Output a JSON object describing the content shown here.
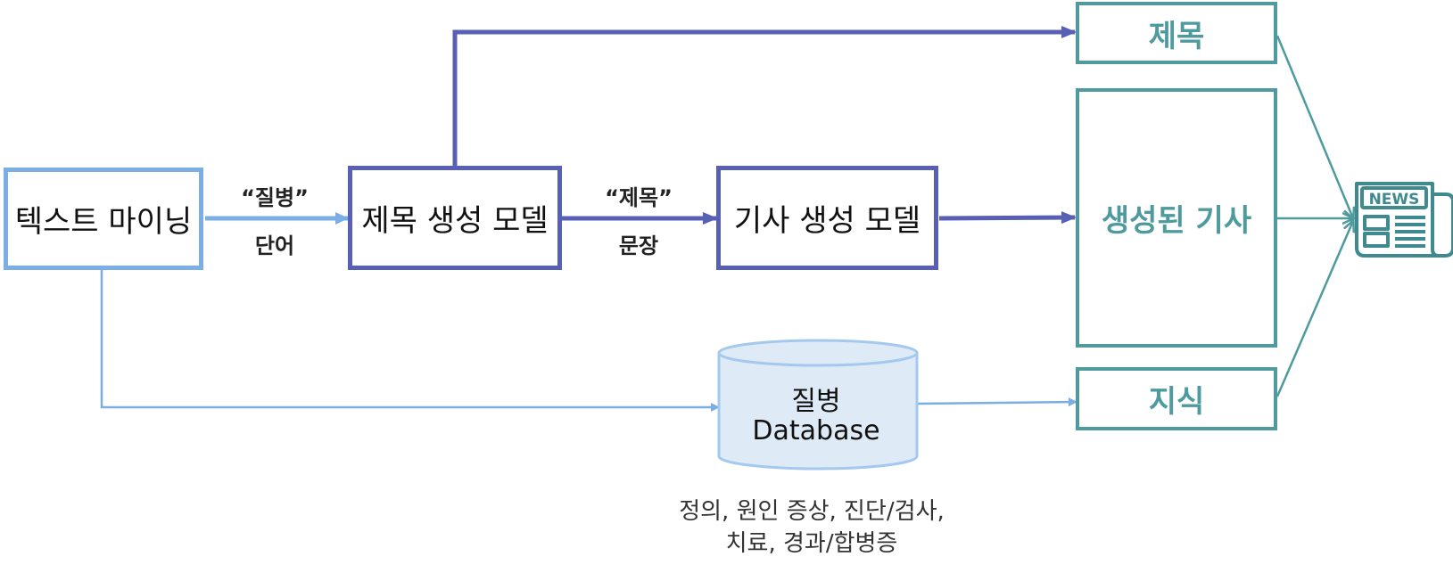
{
  "boxes": {
    "text_mining": "텍스트 마이닝",
    "title_model": "제목 생성 모델",
    "article_model": "기사 생성 모델",
    "title_out": "제목",
    "article_out": "생성된 기사",
    "knowledge_out": "지식"
  },
  "edges": {
    "word_quote": "“질병”",
    "word_caption": "단어",
    "sentence_quote": "“제목”",
    "sentence_caption": "문장"
  },
  "database": {
    "line1": "질병",
    "line2": "Database",
    "caption_line1": "정의, 원인 증상, 진단/검사,",
    "caption_line2": "치료, 경과/합병증"
  },
  "icon": {
    "name": "newspaper-icon",
    "text": "NEWS"
  },
  "colors": {
    "light_blue": "#7aaee4",
    "dark_blue": "#5860b6",
    "teal": "#4f9a9e",
    "db_fill": "#deebf7"
  }
}
